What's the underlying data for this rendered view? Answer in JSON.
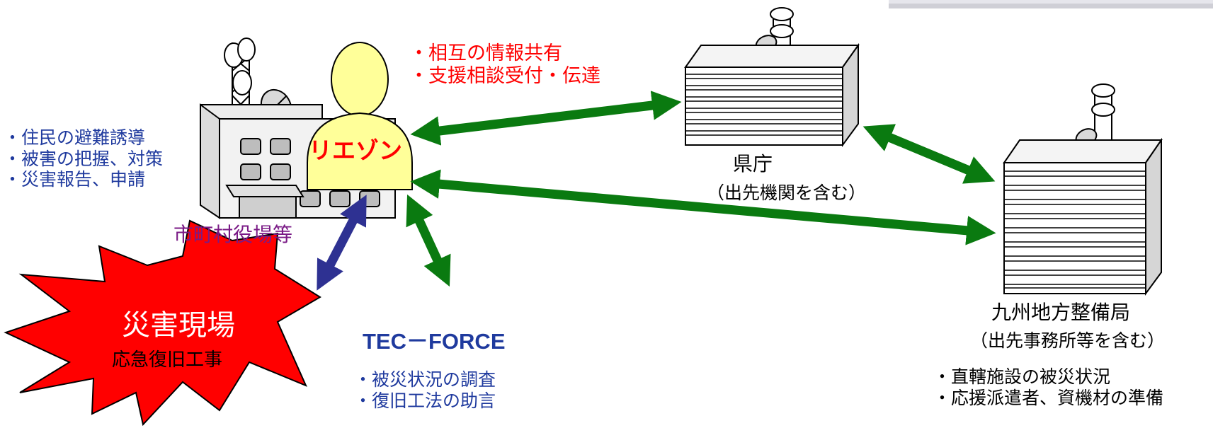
{
  "colors": {
    "arrow_green": "#0a7a10",
    "arrow_navy": "#2e3192",
    "burst_red": "#ff0000",
    "liaison_fill": "#ffff99",
    "text_blue": "#1f3a9e",
    "text_purple": "#7a1a86",
    "text_red": "#ff0000"
  },
  "shared_info": [
    "・相互の情報共有",
    "・支援相談受付・伝達"
  ],
  "municipal_tasks": [
    "・住民の避難誘導",
    "・被害の把握、対策",
    "・災害報告、申請"
  ],
  "liaison_label": "リエゾン",
  "municipal_label": "市町村役場等",
  "disaster_site": {
    "title": "災害現場",
    "subtitle": "応急復旧工事"
  },
  "tec_force": {
    "title": "TEC－FORCE",
    "tasks": [
      "・被災状況の調査",
      "・復旧工法の助言"
    ]
  },
  "prefecture": {
    "title": "県庁",
    "subtitle": "（出先機関を含む）"
  },
  "kyushu_bureau": {
    "title": "九州地方整備局",
    "subtitle": "（出先事務所等を含む）",
    "tasks": [
      "・直轄施設の被災状況",
      "・応援派遣者、資機材の準備"
    ]
  },
  "icons": {
    "municipal_building": "municipal-office-building-icon",
    "antenna_tower": "antenna-tower-icon",
    "satellite_dish": "satellite-dish-icon",
    "prefecture_building": "office-tower-icon",
    "bureau_building": "office-tower-icon"
  }
}
